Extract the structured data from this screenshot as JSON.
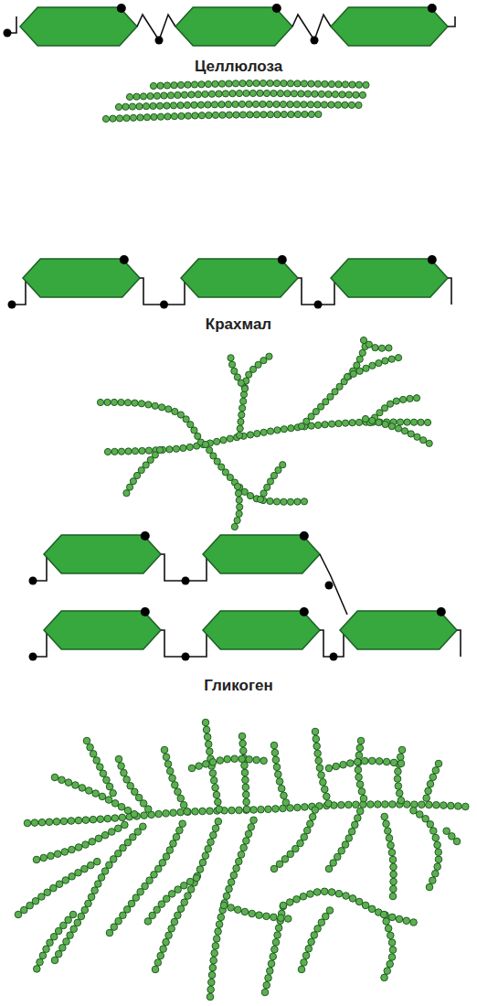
{
  "diagram": {
    "labels": [
      "Целлюлоза",
      "Крахмал",
      "Гликоген"
    ]
  }
}
